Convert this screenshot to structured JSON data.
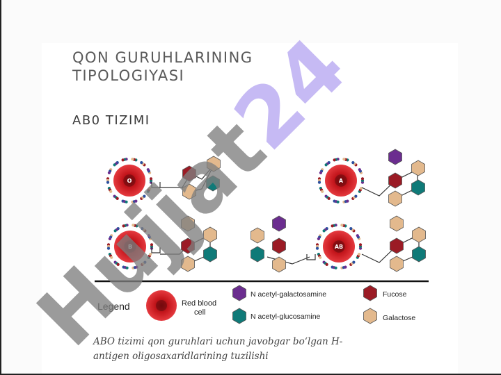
{
  "slide": {
    "title_line1": "QON GURUHLARINING",
    "title_line2": "TIPOLOGIYASI",
    "subtitle": "AB0 TIZIMI",
    "caption_line1": "ABO tizimi qon guruhlari uchun javobgar bo‘lgan H-",
    "caption_line2": "antigen oligosaxaridlarining tuzilishi"
  },
  "diagram": {
    "cells": [
      {
        "label": "O"
      },
      {
        "label": "A"
      },
      {
        "label": "B"
      },
      {
        "label": "AB"
      }
    ],
    "legend": {
      "title": "Legend",
      "rbc_line1": "Red blood",
      "rbc_line2": "cell",
      "n_acetyl_galactosamine": "N acetyl-galactosamine",
      "n_acetyl_glucosamine": "N acetyl-glucosamine",
      "fucose": "Fucose",
      "galactose": "Galactose"
    },
    "colors": {
      "red_blood_cell": "#c4161c",
      "n_acetyl_galactosamine": "#6b2d8f",
      "n_acetyl_glucosamine": "#0f7a78",
      "fucose": "#9b1b25",
      "galactose": "#e3b98d"
    }
  },
  "watermark": {
    "text_part1": "Hujjat",
    "text_part2": "24"
  }
}
